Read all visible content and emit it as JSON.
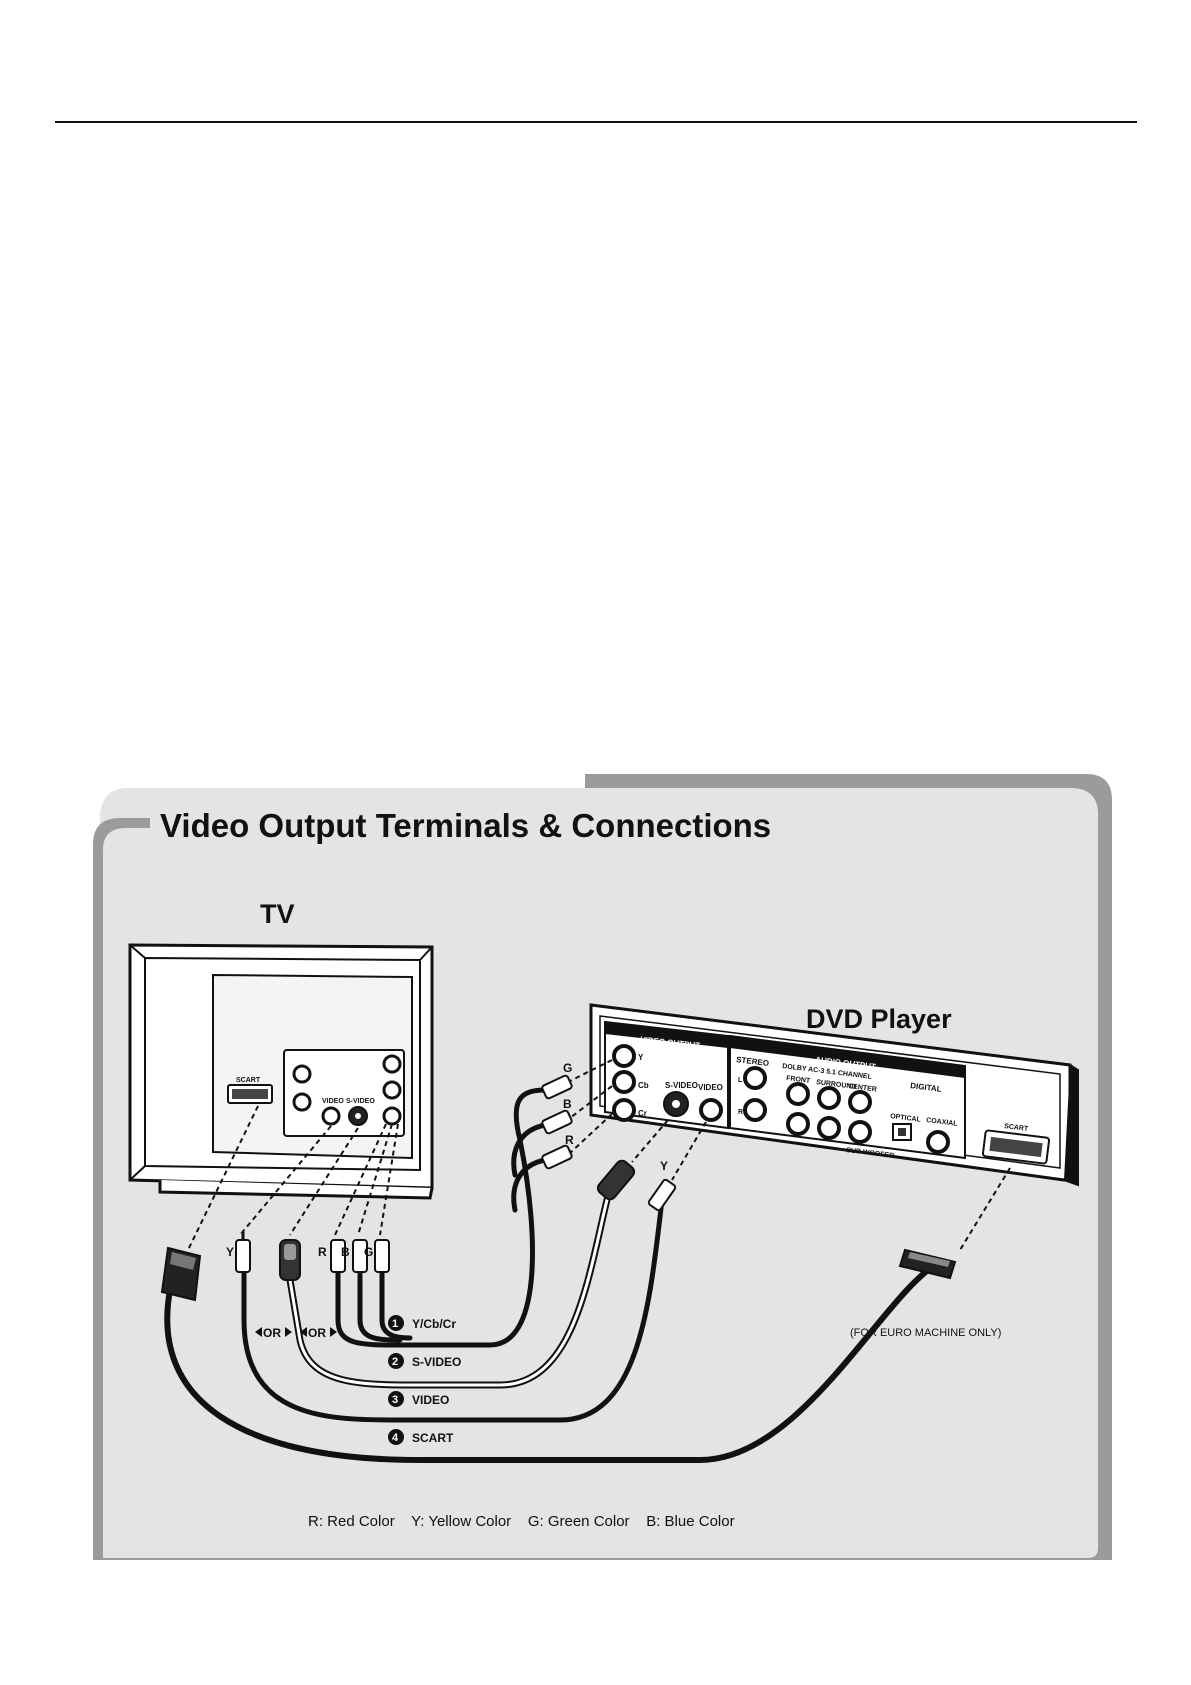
{
  "diagram": {
    "title": "Video Output Terminals & Connections",
    "tv_label": "TV",
    "dvd_label": "DVD Player",
    "tv_panel": {
      "scart": "SCART",
      "video": "VIDEO",
      "svideo": "S-VIDEO"
    },
    "dvd_panel": {
      "video_output": "VIDEO OUTPUT",
      "y": "Y",
      "cb": "Cb",
      "cr": "Cr",
      "svideo": "S-VIDEO",
      "video": "VIDEO",
      "audio_output": "AUDIO OUTPUT",
      "stereo": "STEREO",
      "dolby": "DOLBY AC-3  5.1  CHANNEL",
      "digital": "DIGITAL",
      "front": "FRONT",
      "surround": "SURROUND",
      "center": "CENTER",
      "subwoofer": "SUB WOOFER",
      "l": "L",
      "r": "R",
      "optical": "OPTICAL",
      "coaxial": "COAXIAL",
      "scart": "SCART"
    },
    "plug_labels": {
      "g": "G",
      "b": "B",
      "r": "R",
      "y": "Y"
    },
    "or_label": "OR",
    "connections": [
      {
        "num": "1",
        "label": "Y/Cb/Cr"
      },
      {
        "num": "2",
        "label": "S-VIDEO"
      },
      {
        "num": "3",
        "label": "VIDEO"
      },
      {
        "num": "4",
        "label": "SCART"
      }
    ],
    "note": "(FOR EURO MACHINE ONLY)",
    "legend": "R: Red Color    Y: Yellow Color    G: Green Color    B: Blue Color"
  }
}
